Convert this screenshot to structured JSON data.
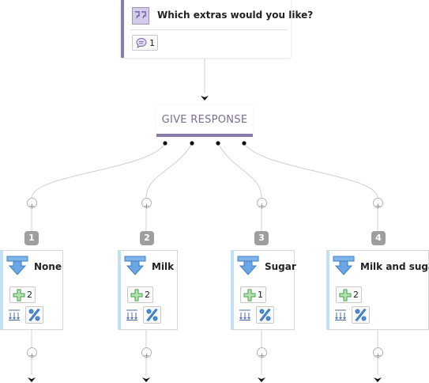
{
  "question": {
    "title": "Which extras would you like?",
    "comment_count": "1",
    "icon": "quote-icon",
    "comment_icon": "comment-icon"
  },
  "give_response": {
    "label": "GIVE RESPONSE"
  },
  "answers": [
    {
      "number": "1",
      "label": "None",
      "score": "2"
    },
    {
      "number": "2",
      "label": "Milk",
      "score": "2"
    },
    {
      "number": "3",
      "label": "Sugar",
      "score": "1"
    },
    {
      "number": "4",
      "label": "Milk and sugar",
      "score": "2"
    }
  ],
  "colors": {
    "question_accent": "#8a7ba8",
    "answer_accent": "#bfe0f5",
    "badge": "#9e9e9e",
    "response_text": "#7a6c94",
    "plus_green": "#3fa648",
    "arrow_blue": "#4a8fd8"
  }
}
